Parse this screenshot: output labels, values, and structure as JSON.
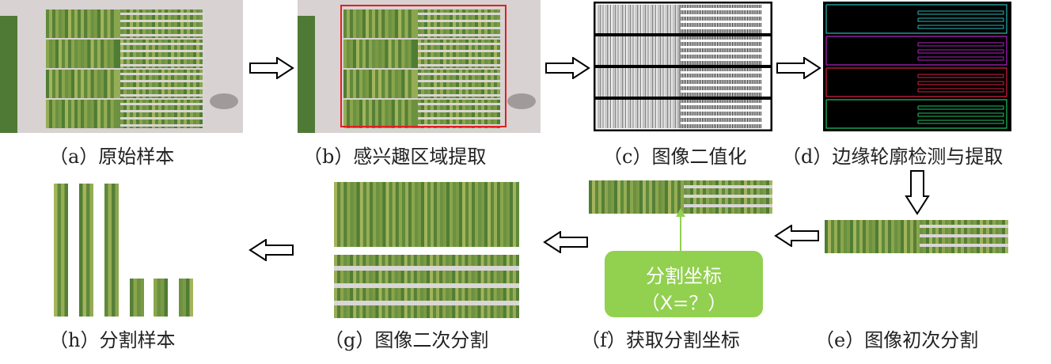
{
  "captions": {
    "a": "（a）原始样本",
    "b": "（b）感兴趣区域提取",
    "c": "（c）图像二值化",
    "d": "（d）边缘轮廓检测与提取",
    "e": "（e）图像初次分割",
    "f": "（f）获取分割坐标",
    "g": "（g）图像二次分割",
    "h": "（h）分割样本"
  },
  "callout": {
    "line1": "分割坐标",
    "line2": "（X=？）"
  },
  "colors": {
    "callout_fill": "#92d050",
    "roi_box": "#e02020",
    "contour_1": "#2bb3b3",
    "contour_2": "#b020c0",
    "contour_3": "#d02040",
    "contour_4": "#20c060",
    "crop_green": "#6e8f3c",
    "path_gray": "#d9d6d6"
  },
  "arrow_directions": [
    "right",
    "right",
    "right",
    "down",
    "left",
    "left",
    "left"
  ]
}
